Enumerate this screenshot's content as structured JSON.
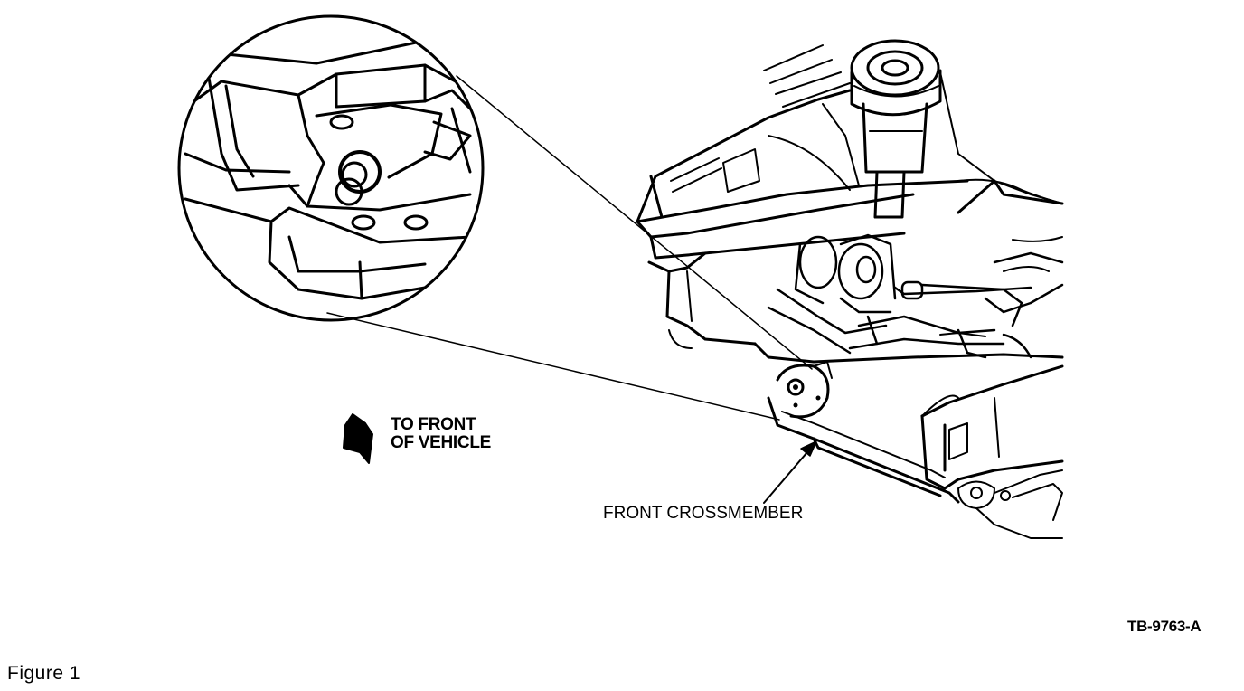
{
  "diagram": {
    "direction_label_line1": "TO FRONT",
    "direction_label_line2": "OF VEHICLE",
    "callout_label": "FRONT CROSSMEMBER",
    "figure_code": "TB-9763-A",
    "caption": "Figure 1"
  },
  "colors": {
    "ink": "#000000",
    "paper": "#ffffff"
  }
}
